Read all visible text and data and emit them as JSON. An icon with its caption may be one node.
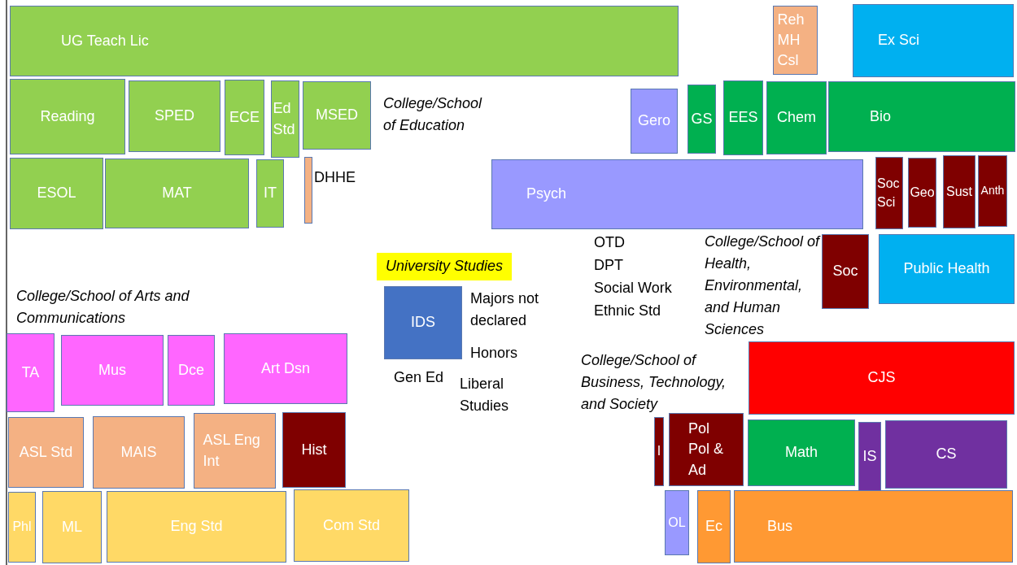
{
  "diagram": {
    "nodes": [
      {
        "text": [
          "UG Teach Lic"
        ]
      },
      {
        "text": [
          "Reh MH Csl"
        ]
      },
      {
        "text": [
          "Ex Sci"
        ]
      },
      {
        "text": [
          "Reading"
        ]
      },
      {
        "text": [
          "SPED"
        ]
      },
      {
        "text": [
          "ECE"
        ]
      },
      {
        "text": [
          "Ed Std"
        ]
      },
      {
        "text": [
          "MSED"
        ]
      },
      {
        "text": [
          "Gero"
        ]
      },
      {
        "text": [
          "GS"
        ]
      },
      {
        "text": [
          "EES"
        ]
      },
      {
        "text": [
          "Chem"
        ]
      },
      {
        "text": [
          "Bio"
        ]
      },
      {
        "text": [
          "ESOL"
        ]
      },
      {
        "text": [
          "MAT"
        ]
      },
      {
        "text": [
          "IT"
        ]
      },
      {
        "text": [],
        "shape": "bar",
        "beside": [
          "DHHE"
        ]
      },
      {
        "text": [
          "Psych"
        ]
      },
      {
        "text": [
          "Soc Sci"
        ]
      },
      {
        "text": [
          "Geo"
        ]
      },
      {
        "text": [
          "Sust"
        ]
      },
      {
        "text": [
          "Anth"
        ]
      },
      {
        "text": [
          "Soc"
        ]
      },
      {
        "text": [
          "Public Health"
        ]
      },
      {
        "text": [
          "University Studies"
        ]
      },
      {
        "text": [
          "IDS"
        ]
      },
      {
        "text": [
          "TA"
        ]
      },
      {
        "text": [
          "Mus"
        ]
      },
      {
        "text": [
          "Dce"
        ]
      },
      {
        "text": [
          "Art Dsn"
        ]
      },
      {
        "text": [
          "CJS"
        ]
      },
      {
        "text": [
          "ASL Std"
        ]
      },
      {
        "text": [
          "MAIS"
        ]
      },
      {
        "text": [
          "ASL Eng Int"
        ]
      },
      {
        "text": [
          "Hist"
        ]
      },
      {
        "text": [
          "I"
        ]
      },
      {
        "text": [
          "Pol Pol & Ad"
        ]
      },
      {
        "text": [
          "Math"
        ]
      },
      {
        "text": [
          "IS"
        ]
      },
      {
        "text": [
          "CS"
        ]
      },
      {
        "text": [
          "Phl"
        ]
      },
      {
        "text": [
          "ML"
        ]
      },
      {
        "text": [
          "Eng Std"
        ]
      },
      {
        "text": [
          "Com Std"
        ]
      },
      {
        "text": [
          "OL"
        ]
      },
      {
        "text": [
          "Ec"
        ]
      },
      {
        "text": [
          "Bus"
        ]
      }
    ],
    "labels": [
      "College/School of Education",
      "OTD",
      "DPT",
      "Social Work",
      "Ethnic Std",
      "College/School of Health, Environmental, and Human Sciences",
      "College/School of Arts and Communications",
      "Majors not declared",
      "Honors",
      "Gen Ed",
      "Liberal Studies",
      "College/School of Business, Technology, and Society"
    ]
  }
}
